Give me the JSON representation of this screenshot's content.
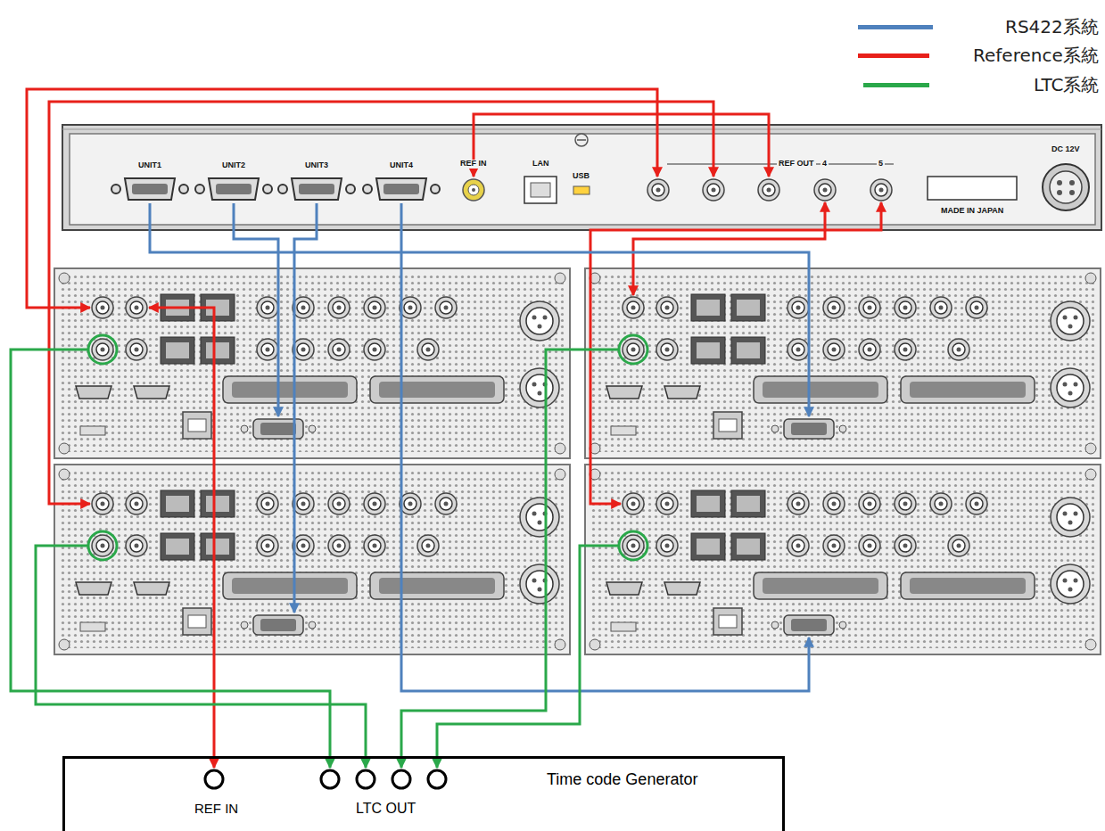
{
  "diagram": {
    "nodes": [
      {
        "text": [
          "Time code Generator",
          "REF IN",
          "LTC OUT"
        ]
      }
    ],
    "labels": [
      "UNIT1",
      "UNIT2",
      "UNIT3",
      "UNIT4",
      "REF IN",
      "LAN",
      "USB",
      "REF OUT",
      "4",
      "5",
      "DC 12V",
      "MADE IN JAPAN"
    ],
    "legend": [
      {
        "text": "RS422系統",
        "color": "#4f81bd"
      },
      {
        "text": "Reference系統",
        "color": "#e8201a"
      },
      {
        "text": "LTC系統",
        "color": "#2aa84a"
      }
    ]
  }
}
